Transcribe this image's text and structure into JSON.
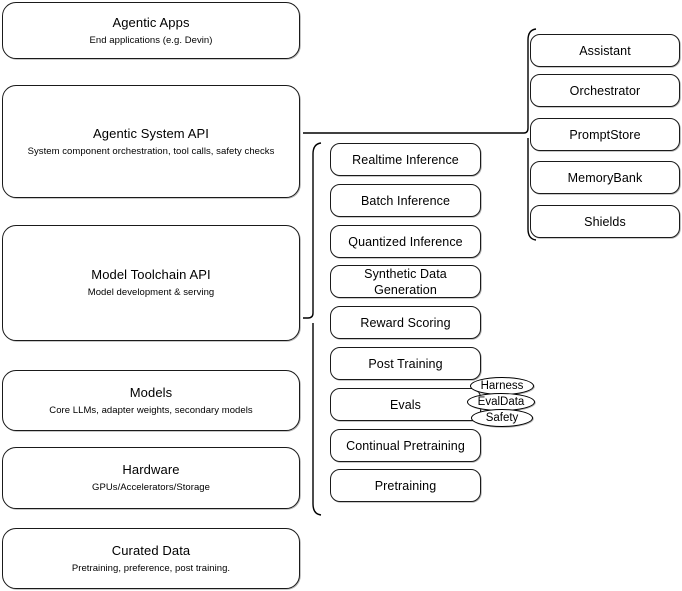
{
  "diagram": {
    "title": "Agentic Stack Architecture",
    "type": "layered-block-diagram",
    "background_color": "#ffffff",
    "stroke_color": "#000000"
  },
  "layers": [
    {
      "id": "agentic-apps",
      "title": "Agentic Apps",
      "subtitle": "End applications (e.g. Devin)"
    },
    {
      "id": "agentic-system-api",
      "title": "Agentic System API",
      "subtitle": "System component orchestration, tool calls, safety checks"
    },
    {
      "id": "model-toolchain-api",
      "title": "Model Toolchain API",
      "subtitle": "Model development & serving"
    },
    {
      "id": "models",
      "title": "Models",
      "subtitle": "Core LLMs, adapter weights, secondary models"
    },
    {
      "id": "hardware",
      "title": "Hardware",
      "subtitle": "GPUs/Accelerators/Storage"
    },
    {
      "id": "curated-data",
      "title": "Curated Data",
      "subtitle": "Pretraining, preference, post training."
    }
  ],
  "toolchain_capabilities": [
    {
      "id": "realtime-inference",
      "label": "Realtime Inference"
    },
    {
      "id": "batch-inference",
      "label": "Batch Inference"
    },
    {
      "id": "quantized-inference",
      "label": "Quantized Inference"
    },
    {
      "id": "synthetic-data-generation",
      "label": "Synthetic Data Generation"
    },
    {
      "id": "reward-scoring",
      "label": "Reward Scoring"
    },
    {
      "id": "post-training",
      "label": "Post Training"
    },
    {
      "id": "evals",
      "label": "Evals"
    },
    {
      "id": "continual-pretraining",
      "label": "Continual Pretraining"
    },
    {
      "id": "pretraining",
      "label": "Pretraining"
    }
  ],
  "eval_badges": [
    {
      "id": "harness",
      "label": "Harness"
    },
    {
      "id": "evaldata",
      "label": "EvalData"
    },
    {
      "id": "safety",
      "label": "Safety"
    }
  ],
  "system_components": [
    {
      "id": "assistant",
      "label": "Assistant"
    },
    {
      "id": "orchestrator",
      "label": "Orchestrator"
    },
    {
      "id": "promptstore",
      "label": "PromptStore"
    },
    {
      "id": "memorybank",
      "label": "MemoryBank"
    },
    {
      "id": "shields",
      "label": "Shields"
    }
  ]
}
